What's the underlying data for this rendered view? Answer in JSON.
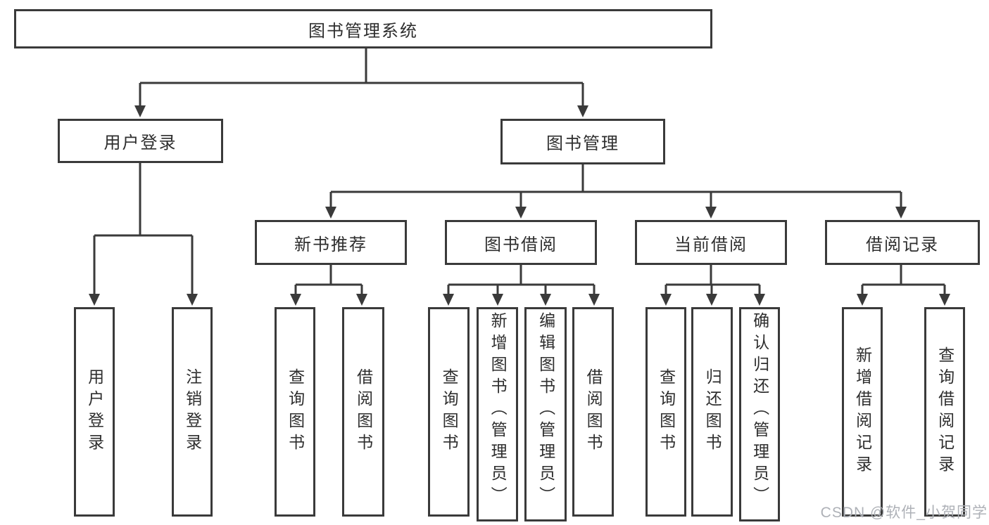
{
  "diagram_title": "图书管理系统",
  "watermark": "CSDN @软件_小贺同学",
  "colors": {
    "line": "#3a3a3a",
    "text": "#2e2e2e",
    "box_background": "#ffffff",
    "page_background": "#ffffff",
    "watermark": "#aeb1b7"
  },
  "nodes": {
    "root": "图书管理系统",
    "user_login": "用户登录",
    "book_mgmt": "图书管理",
    "new_book": "新书推荐",
    "book_borrow": "图书借阅",
    "current_borrow": "当前借阅",
    "borrow_record": "借阅记录",
    "ul_user_login": "用户登录",
    "ul_logout": "注销登录",
    "nb_query": "查询图书",
    "nb_borrow": "借阅图书",
    "bb_query": "查询图书",
    "bb_add": "新增图书（管理员）",
    "bb_edit": "编辑图书（管理员）",
    "bb_borrow": "借阅图书",
    "cb_query": "查询图书",
    "cb_return": "归还图书",
    "cb_confirm": "确认归还（管理员）",
    "br_add": "新增借阅记录",
    "br_query": "查询借阅记录"
  },
  "hierarchy": {
    "root": [
      "user_login",
      "book_mgmt"
    ],
    "user_login": [
      "ul_user_login",
      "ul_logout"
    ],
    "book_mgmt": [
      "new_book",
      "book_borrow",
      "current_borrow",
      "borrow_record"
    ],
    "new_book": [
      "nb_query",
      "nb_borrow"
    ],
    "book_borrow": [
      "bb_query",
      "bb_add",
      "bb_edit",
      "bb_borrow"
    ],
    "current_borrow": [
      "cb_query",
      "cb_return",
      "cb_confirm"
    ],
    "borrow_record": [
      "br_add",
      "br_query"
    ]
  }
}
